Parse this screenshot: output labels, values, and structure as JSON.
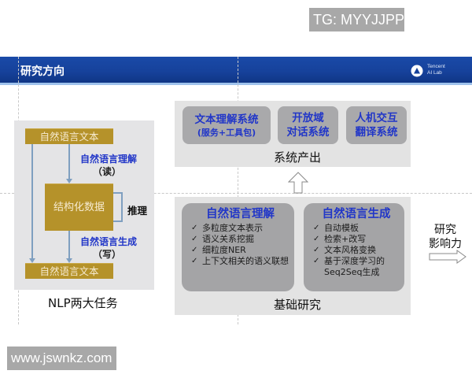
{
  "watermarks": {
    "top": "TG: MYYJJPP",
    "bottom": "www.jswnkz.com"
  },
  "header": {
    "title": "研究方向",
    "logo_icon": "tencent-ai-lab-logo-icon",
    "logo_line1": "Tencent",
    "logo_line2": "AI Lab",
    "bar_color": "#16419a"
  },
  "nlp_tasks": {
    "caption": "NLP两大任务",
    "input_text": "自然语言文本",
    "structured_data": "结构化数据",
    "output_text": "自然语言文本",
    "understanding_label": "自然语言理解",
    "understanding_sub": "（读）",
    "generation_label": "自然语言生成",
    "generation_sub": "（写）",
    "reasoning_label": "推理",
    "gold_color": "#b5922a",
    "blue_color": "#2136c8"
  },
  "system_output": {
    "caption": "系统产出",
    "boxes": [
      {
        "line1": "文本理解系统",
        "line2": "(服务+工具包)"
      },
      {
        "line1": "开放域",
        "line2": "对话系统"
      },
      {
        "line1": "人机交互",
        "line2": "翻译系统"
      }
    ]
  },
  "basic_research": {
    "caption": "基础研究",
    "understanding": {
      "title": "自然语言理解",
      "items": [
        "多粒度文本表示",
        "语义关系挖掘",
        "细粒度NER",
        "上下文相关的语义联想"
      ]
    },
    "generation": {
      "title": "自然语言生成",
      "items": [
        "自动模板",
        "检索+改写",
        "文本风格变换",
        "基于深度学习的Seq2Seq生成"
      ]
    },
    "check_icon": "✓"
  },
  "impact": {
    "line1": "研究",
    "line2": "影响力"
  }
}
